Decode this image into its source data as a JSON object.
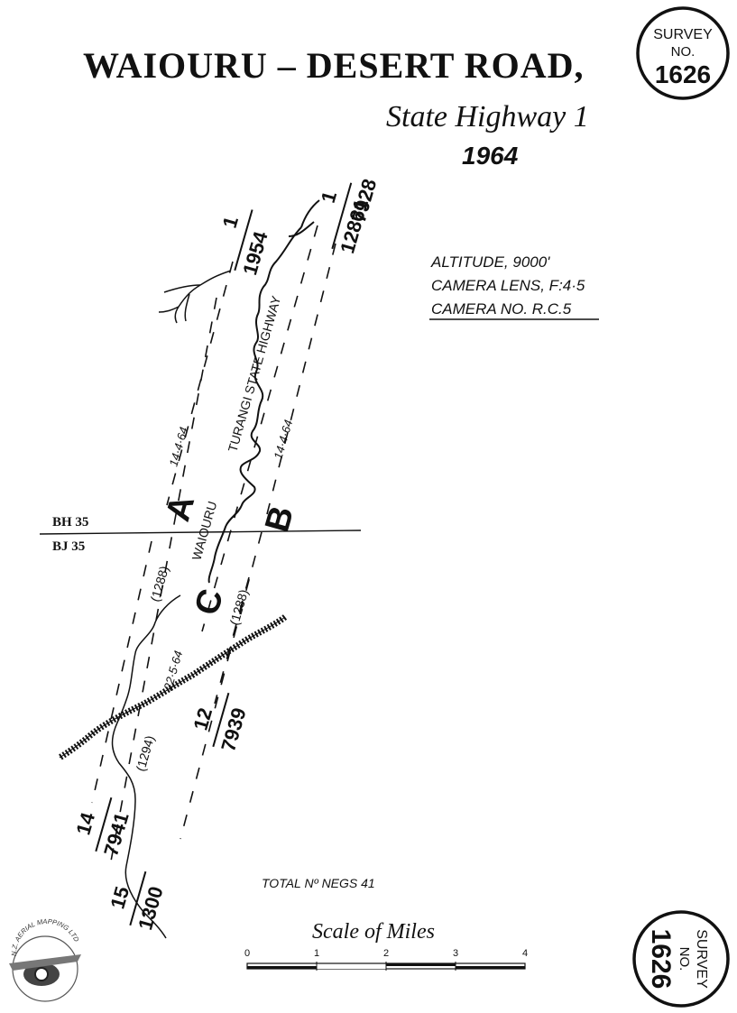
{
  "title": {
    "main": "WAIOURU – DESERT ROAD,",
    "subtitle": "State Highway 1",
    "year": "1964"
  },
  "survey_stamp": {
    "line1": "SURVEY",
    "line2": "NO.",
    "number": "1626"
  },
  "flight_info": {
    "altitude": "ALTITUDE, 9000'",
    "lens": "CAMERA LENS, F:4·5",
    "camera": "CAMERA NO. R.C.5"
  },
  "sheets": {
    "upper": "BH 35",
    "lower": "BJ 35"
  },
  "runs": {
    "a": {
      "letter": "A",
      "date": "14·4·64",
      "end_top": "1",
      "end_bottom": "1954"
    },
    "b": {
      "letter": "B",
      "date": "14·4·64",
      "end_top": "1",
      "end_bottom": "12861",
      "end_right": "7928",
      "mid": "(1288)"
    },
    "c": {
      "letter": "C",
      "date": "22·5·64",
      "mid_a": "(1288)",
      "mid_b": "(1294)"
    }
  },
  "run_labels": {
    "r12_top": "12",
    "r12_bottom": "7939",
    "r14_top": "14",
    "r14_bottom": "7941",
    "r15_top": "15",
    "r15_bottom": "1300"
  },
  "road": {
    "label1": "TURANGI STATE HIGHWAY",
    "label2": "WAIOURU"
  },
  "negatives": "TOTAL Nº NEGS 41",
  "scale": {
    "title": "Scale of Miles",
    "ticks": [
      "0",
      "1",
      "2",
      "3",
      "4"
    ]
  },
  "logo": {
    "text": "N.Z. AERIAL MAPPING LTD"
  }
}
